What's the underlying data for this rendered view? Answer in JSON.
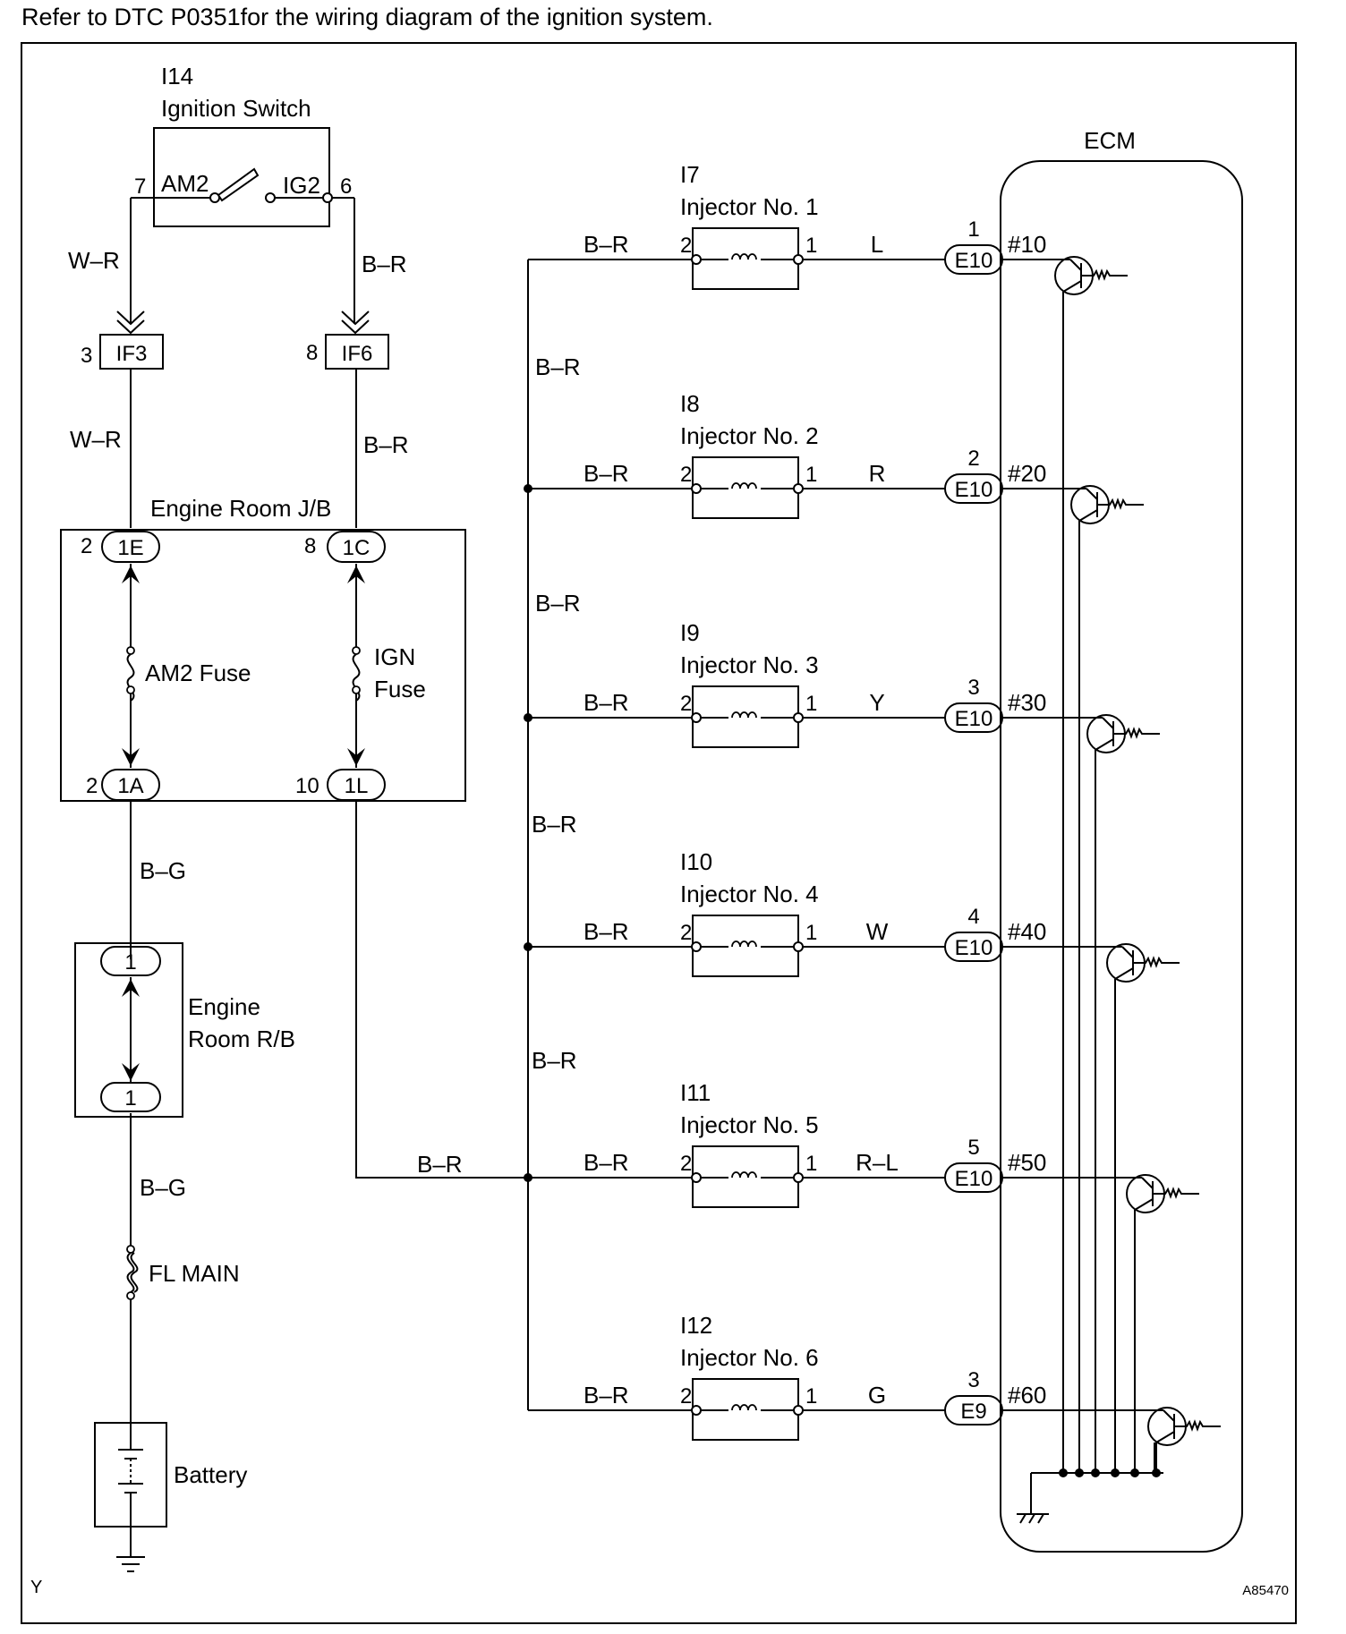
{
  "note": "Refer to DTC P0351for the wiring diagram of the ignition system.",
  "ignition_switch": {
    "id": "I14",
    "name": "Ignition Switch",
    "pin_am2": "7",
    "label_am2": "AM2",
    "label_ig2": "IG2",
    "pin_ig2": "6"
  },
  "wires": {
    "wr": "W–R",
    "br": "B–R",
    "bg": "B–G"
  },
  "connectors": {
    "if3": {
      "name": "IF3",
      "pin": "3"
    },
    "if6": {
      "name": "IF6",
      "pin": "8"
    },
    "c1e": {
      "name": "1E",
      "pin": "2"
    },
    "c1c": {
      "name": "1C",
      "pin": "8"
    },
    "c1a": {
      "name": "1A",
      "pin": "2"
    },
    "c1l": {
      "name": "1L",
      "pin": "10"
    }
  },
  "jb": {
    "title": "Engine Room J/B",
    "am2_fuse": "AM2 Fuse",
    "ign_fuse_1": "IGN",
    "ign_fuse_2": "Fuse"
  },
  "rb": {
    "title_1": "Engine",
    "title_2": "Room R/B",
    "pin_top": "1",
    "pin_bottom": "1"
  },
  "fl_main": "FL MAIN",
  "battery": "Battery",
  "ecm": "ECM",
  "injectors": [
    {
      "id": "I7",
      "name": "Injector No. 1",
      "pin_in": "2",
      "pin_out": "1",
      "wire": "L",
      "ecm_conn": "E10",
      "ecm_pin": "1",
      "terminal": "#10"
    },
    {
      "id": "I8",
      "name": "Injector No. 2",
      "pin_in": "2",
      "pin_out": "1",
      "wire": "R",
      "ecm_conn": "E10",
      "ecm_pin": "2",
      "terminal": "#20"
    },
    {
      "id": "I9",
      "name": "Injector No. 3",
      "pin_in": "2",
      "pin_out": "1",
      "wire": "Y",
      "ecm_conn": "E10",
      "ecm_pin": "3",
      "terminal": "#30"
    },
    {
      "id": "I10",
      "name": "Injector No. 4",
      "pin_in": "2",
      "pin_out": "1",
      "wire": "W",
      "ecm_conn": "E10",
      "ecm_pin": "4",
      "terminal": "#40"
    },
    {
      "id": "I11",
      "name": "Injector No. 5",
      "pin_in": "2",
      "pin_out": "1",
      "wire": "R–L",
      "ecm_conn": "E10",
      "ecm_pin": "5",
      "terminal": "#50"
    },
    {
      "id": "I12",
      "name": "Injector No. 6",
      "pin_in": "2",
      "pin_out": "1",
      "wire": "G",
      "ecm_conn": "E9",
      "ecm_pin": "3",
      "terminal": "#60"
    }
  ],
  "corner_left": "Y",
  "corner_right": "A85470"
}
